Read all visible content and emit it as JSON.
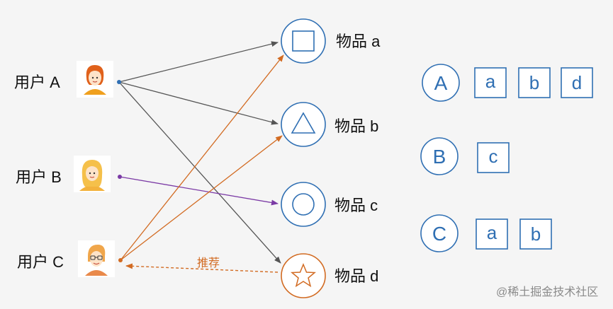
{
  "users": [
    {
      "label": "用户 A"
    },
    {
      "label": "用户 B"
    },
    {
      "label": "用户 C"
    }
  ],
  "items": [
    {
      "label": "物品 a",
      "icon": "square-icon",
      "color": "#2f6fb3"
    },
    {
      "label": "物品 b",
      "icon": "triangle-icon",
      "color": "#2f6fb3"
    },
    {
      "label": "物品 c",
      "icon": "circle-icon",
      "color": "#2f6fb3"
    },
    {
      "label": "物品 d",
      "icon": "star-icon",
      "color": "#d26b22"
    }
  ],
  "recommend_label": "推荐",
  "colors": {
    "blue": "#2f6fb3",
    "orange": "#d26b22",
    "purple": "#7b3aa5",
    "gray": "#555555",
    "bg": "#f5f5f5"
  },
  "summary": [
    {
      "user": "A",
      "items": [
        "a",
        "b",
        "d"
      ]
    },
    {
      "user": "B",
      "items": [
        "c"
      ]
    },
    {
      "user": "C",
      "items": [
        "a",
        "b"
      ]
    }
  ],
  "watermark": "@稀土掘金技术社区"
}
